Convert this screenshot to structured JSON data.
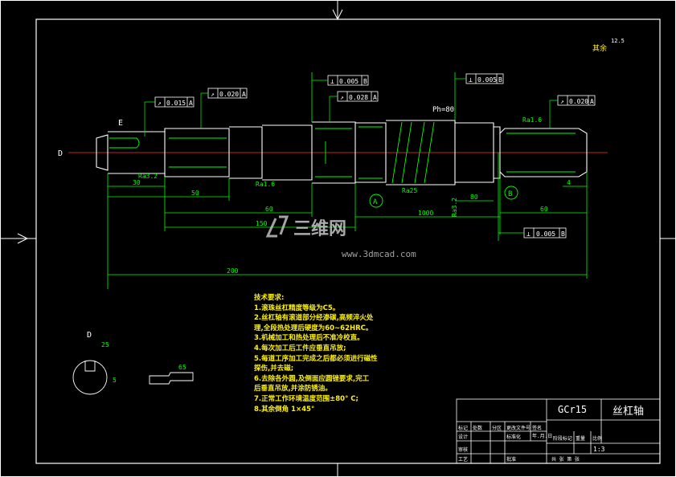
{
  "labels": {
    "view_d": "D",
    "view_e": "E",
    "label_a": "A",
    "label_b": "B",
    "section_d": "D",
    "roughness_other": "其余",
    "roughness_other_value": "12.5",
    "pitch": "Ph=80"
  },
  "tolerances": {
    "t1_symbol": "↗",
    "t1_value": "0.015",
    "t1_datum": "A",
    "t2_symbol": "↗",
    "t2_value": "0.020",
    "t2_datum": "A",
    "t3_symbol": "⊥",
    "t3_value": "0.005",
    "t3_datum": "B",
    "t4_symbol": "↗",
    "t4_value": "0.028",
    "t4_datum": "A",
    "t5_symbol": "⊥",
    "t5_value": "0.005",
    "t5_datum": "B",
    "t6_symbol": "↗",
    "t6_value": "0.020",
    "t6_datum": "A",
    "t7_symbol": "⊥",
    "t7_value": "0.005",
    "t7_datum": "B"
  },
  "dimensions": {
    "d30a": "30",
    "d50": "50",
    "d60a": "60",
    "d150": "150",
    "d200": "200",
    "d1000": "1000",
    "d80": "80",
    "d60b": "60",
    "d4": "4",
    "d25": "25",
    "d5": "5",
    "d65": "65",
    "ra32a": "Ra3.2",
    "ra16a": "Ra1.6",
    "ra25": "Ra25",
    "ra16b": "Ra1.6",
    "ra32b": "Ra3.2"
  },
  "notes": {
    "title": "技术要求:",
    "lines": [
      "1.滚珠丝杠精度等级为C5。",
      "2.丝杠轴有滚道部分经渗碳,高频淬火处",
      "理,全段热处理后硬度为60~62HRC。",
      "3.机械加工和热处理后不准冷校直。",
      "4.每次加工后工件应垂直吊放;",
      "5.每道工序加工完成之后都必须进行磁性",
      "探伤,并去磁;",
      "6.去除各外圆,及倒面应圆锉要求,完工",
      "后垂直吊放,并涂防锈油。",
      "7.正常工作环境温度范围±80° C;",
      "8.其余倒角 1×45°"
    ]
  },
  "titleblock": {
    "material": "GCr15",
    "part_name": "丝杠轴",
    "scale": "1:3",
    "h1": "标记",
    "h2": "处数",
    "h3": "分区",
    "h4": "更改文件号",
    "h5": "签名",
    "h6": "年.月.日",
    "r_design": "设计",
    "r_std": "标准化",
    "r_review": "审核",
    "r_process": "工艺",
    "r_approve": "批准",
    "stage": "阶段标记",
    "weight": "重量",
    "ratio": "比例",
    "sheets": "共  张  第  张"
  },
  "watermark": {
    "brand": "三维网",
    "url": "www.3dmcad.com"
  }
}
